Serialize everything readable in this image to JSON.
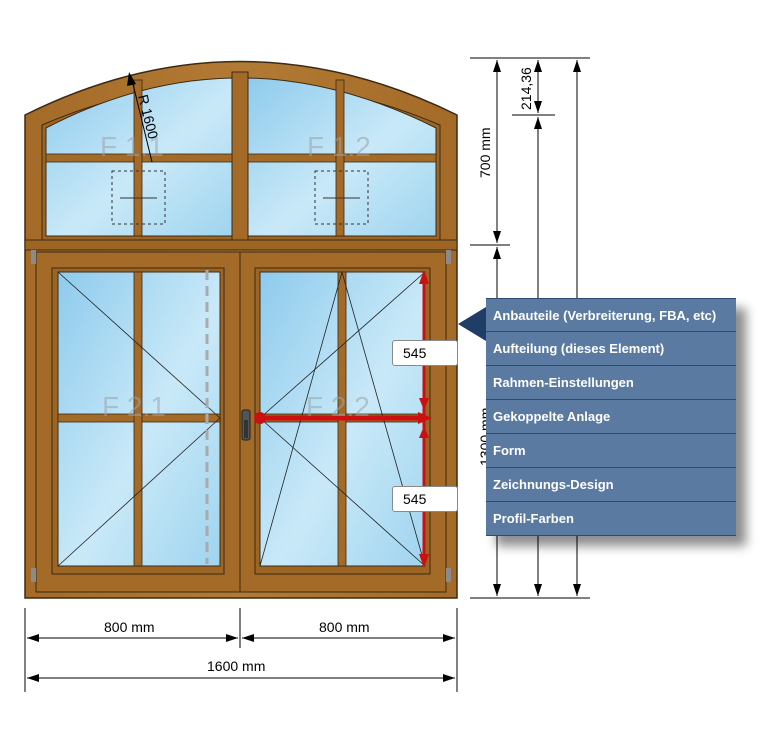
{
  "window_element": {
    "panes": [
      "F 1.1",
      "F 1.2",
      "F 2.1",
      "F 2.2"
    ],
    "arc_radius_label": "R 1600",
    "frame_color": "#a8702a",
    "glass_color": "#a9daf2",
    "handle_highlight_color": "#cc1010"
  },
  "dimensions": {
    "width_left": "800 mm",
    "width_right": "800 mm",
    "width_total": "1600 mm",
    "height_top": "700 mm",
    "height_bottom": "1300 mm",
    "arc_rise": "214,36"
  },
  "fields": {
    "upper_value": "545",
    "lower_value": "545"
  },
  "context_menu": {
    "items": [
      "Anbauteile (Verbreiterung, FBA, etc)",
      "Aufteilung (dieses Element)",
      "Rahmen-Einstellungen",
      "Gekoppelte Anlage",
      "Form",
      "Zeichnungs-Design",
      "Profil-Farben"
    ],
    "background_color": "#5a7aa1",
    "pointer_color": "#1f3d66"
  }
}
